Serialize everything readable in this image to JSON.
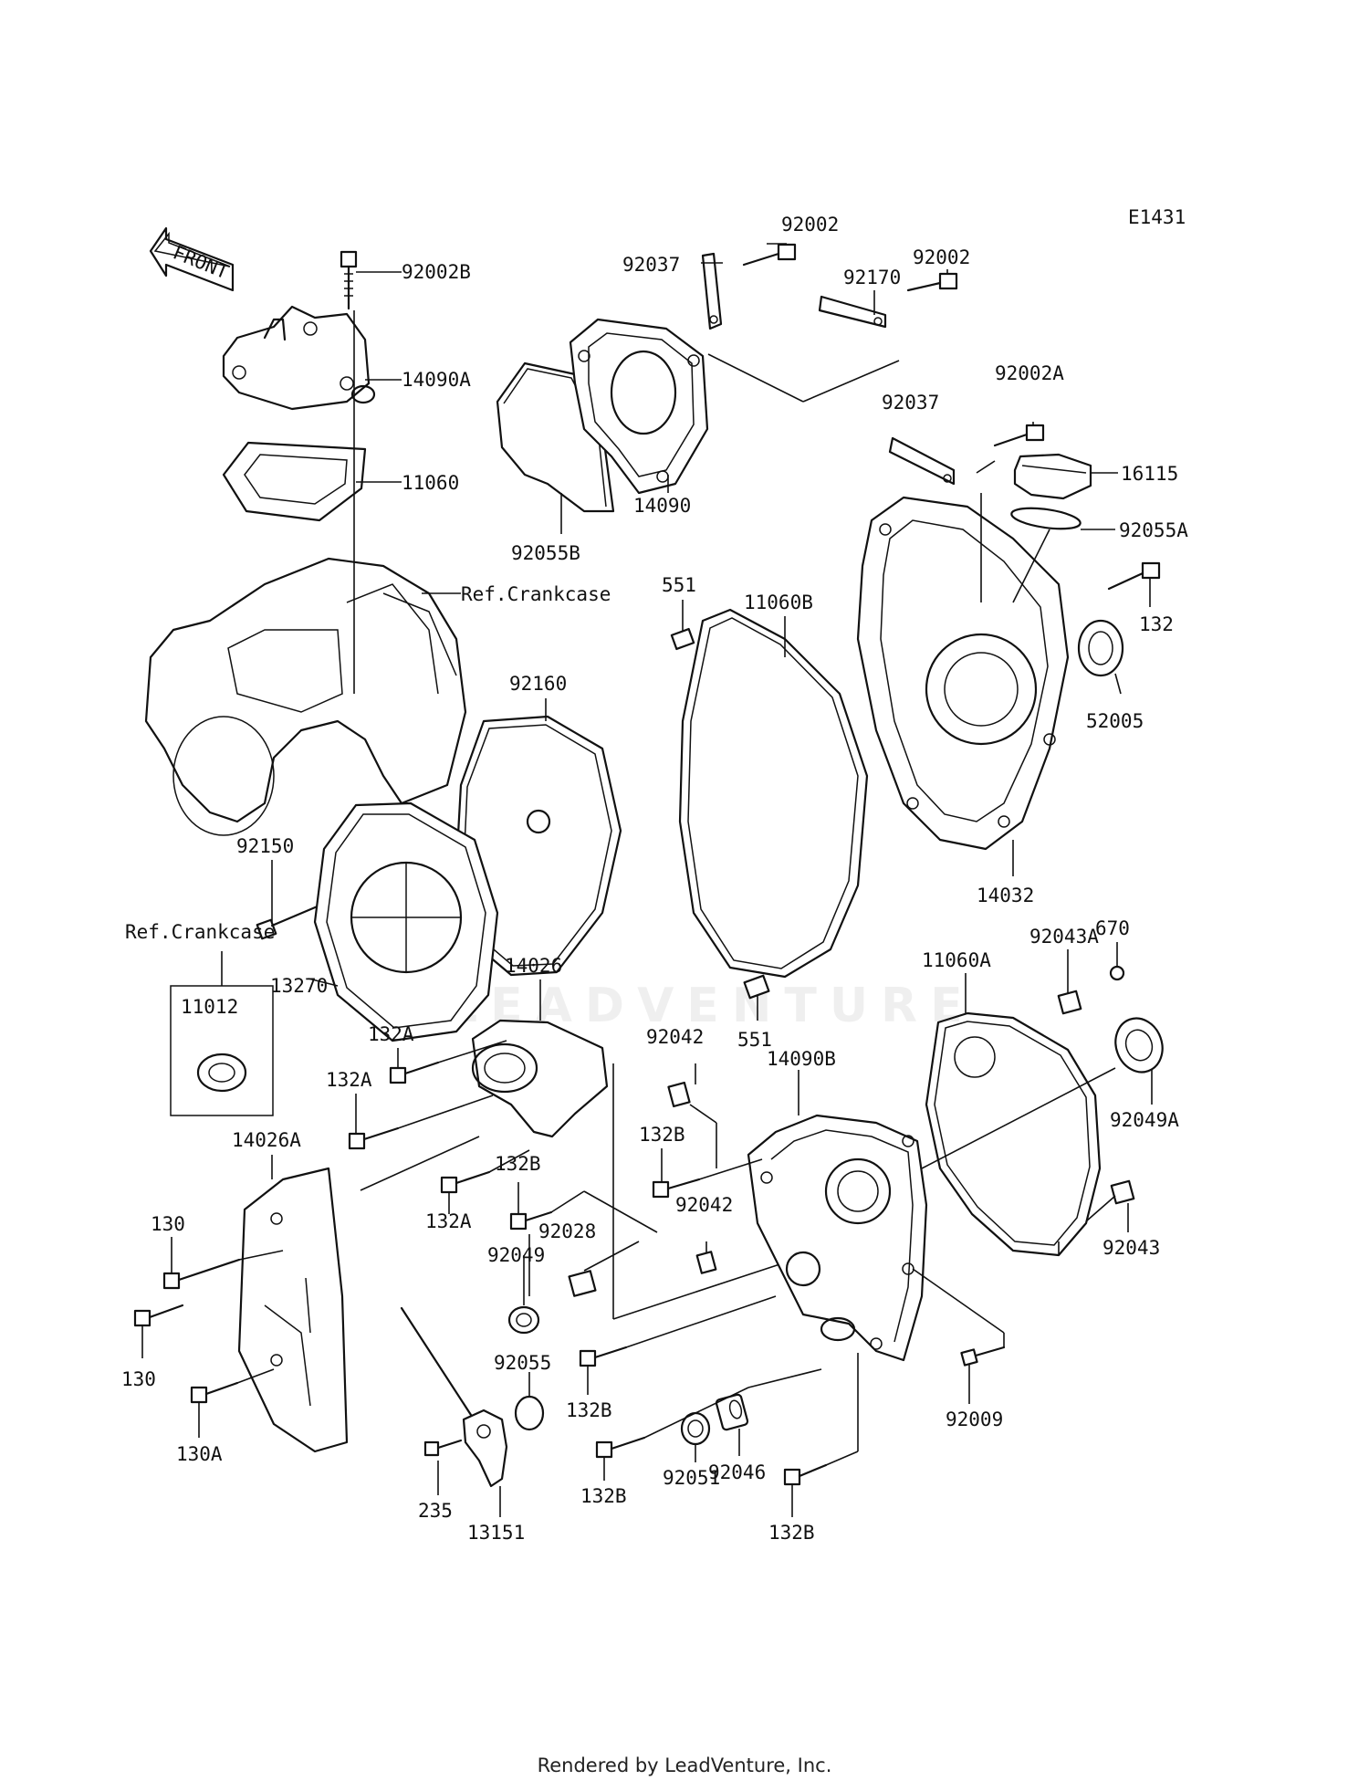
{
  "diagram": {
    "code": "E1431",
    "front_label": "FRONT",
    "ref_labels": [
      "Ref.Crankcase",
      "Ref.Crankcase"
    ],
    "parts": [
      "92002B",
      "14090A",
      "11060",
      "92055B",
      "92037",
      "92002",
      "14090",
      "92170",
      "92002",
      "92002A",
      "92037",
      "16115",
      "92055A",
      "132",
      "52005",
      "551",
      "11060B",
      "92160",
      "92150",
      "13270",
      "14032",
      "670",
      "92043A",
      "11060A",
      "11012",
      "14026",
      "132A",
      "132A",
      "132A",
      "14026A",
      "551",
      "92042",
      "14090B",
      "132B",
      "132B",
      "92028",
      "92042",
      "92049",
      "130",
      "130",
      "130A",
      "92055",
      "235",
      "13151",
      "132B",
      "132B",
      "92051",
      "92046",
      "132B",
      "92009",
      "92049A",
      "92043"
    ]
  },
  "watermark": "LEADVENTURE",
  "footer": "Rendered by LeadVenture, Inc."
}
